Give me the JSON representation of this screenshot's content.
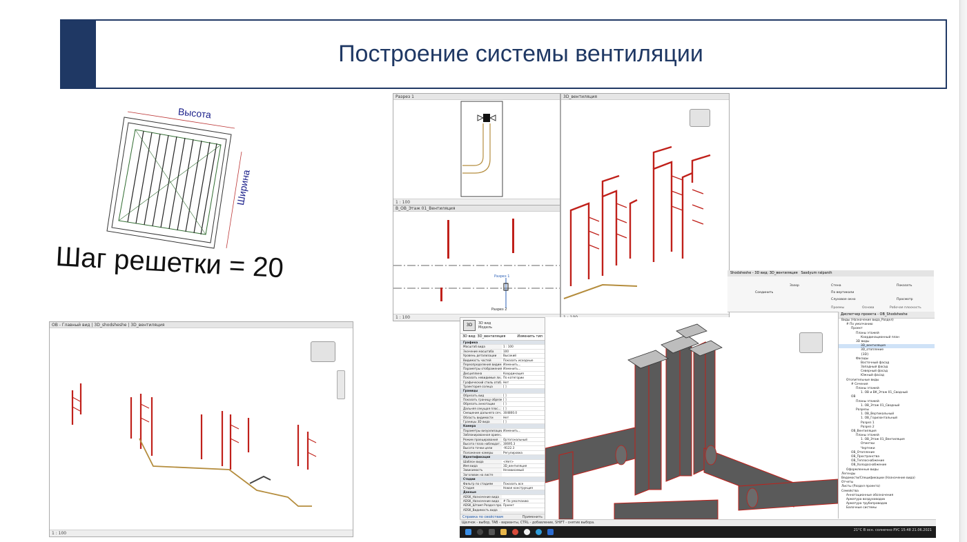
{
  "slide": {
    "title": "Построение системы вентиляции"
  },
  "grille": {
    "height_label": "Высота",
    "width_label": "Ширина",
    "step_label": "Шаг решетки = 20"
  },
  "views": {
    "section_tab": "Разрез 1",
    "threed_tab": "3D_вентиляция",
    "plan_tab": "В_ОВ_Этаж 01_Вентиляция",
    "bottom_left_tabs": "ОВ - Главный вид  |  3D_shodsheshe  |  3D_вентиляция",
    "scale": "1 : 100",
    "section_marker": "Разрез 1",
    "section_marker2": "Разрез 2"
  },
  "ribbon": {
    "title": "Shodsheshe - 3D вид: 3D_вентиляция",
    "user": "Sasdyum ralpanih",
    "buttons": [
      "Зазор",
      "Соединить",
      "Стена",
      "По вертикали",
      "Слуховое окно",
      "Показать",
      "Просмотр"
    ],
    "groups": [
      "Проемы",
      "Основа",
      "Рабочая плоскость"
    ]
  },
  "properties": {
    "view_type": "3D вид",
    "view_family": "Модель",
    "selector": "3D вид: 3D_вентиляция",
    "edit_type": "Изменить тип",
    "rows": [
      {
        "cat": true,
        "k": "Графика"
      },
      {
        "k": "Масштаб вида",
        "v": "1 : 100"
      },
      {
        "k": "Значение масштаба",
        "v": "100"
      },
      {
        "k": "Уровень детализации",
        "v": "Высокий"
      },
      {
        "k": "Видимость частей",
        "v": "Показать исходные"
      },
      {
        "k": "Переопределения видим...",
        "v": "Изменить..."
      },
      {
        "k": "Параметры отображения...",
        "v": "Изменить..."
      },
      {
        "k": "Дисциплина",
        "v": "Координация"
      },
      {
        "k": "Показать невидимые ли...",
        "v": "По категории"
      },
      {
        "k": "Графический стиль отоб...",
        "v": "Нет"
      },
      {
        "k": "Траектория солнца",
        "v": "[ ]"
      },
      {
        "cat": true,
        "k": "Границы"
      },
      {
        "k": "Обрезать вид",
        "v": "[ ]"
      },
      {
        "k": "Показать границу обрезки",
        "v": "[ ]"
      },
      {
        "k": "Обрезать аннотации",
        "v": "[ ]"
      },
      {
        "k": "Дальняя секущая плос...",
        "v": "[ ]"
      },
      {
        "k": "Смещение дальнего сеч...",
        "v": "304800.0"
      },
      {
        "k": "Область видимости",
        "v": "Нет"
      },
      {
        "k": "Границы 3D вида",
        "v": "[ ]"
      },
      {
        "cat": true,
        "k": "Камера"
      },
      {
        "k": "Параметры визуализации",
        "v": "Изменить..."
      },
      {
        "k": "Заблокированная ориен...",
        "v": ""
      },
      {
        "k": "Режим проецирования",
        "v": "Ортогональный"
      },
      {
        "k": "Высота глаза наблюдат...",
        "v": "30695.3"
      },
      {
        "k": "Высота точки цели",
        "v": "-9122.3"
      },
      {
        "k": "Положение камеры",
        "v": "Регулировка"
      },
      {
        "cat": true,
        "k": "Идентификация"
      },
      {
        "k": "Шаблон вида",
        "v": "<Нет>"
      },
      {
        "k": "Имя вида",
        "v": "3D_вентиляция"
      },
      {
        "k": "Зависимость",
        "v": "Независимый"
      },
      {
        "k": "Заголовок на листе",
        "v": ""
      },
      {
        "cat": true,
        "k": "Стадии"
      },
      {
        "k": "Фильтр по стадиям",
        "v": "Показать все"
      },
      {
        "k": "Стадия",
        "v": "Новая конструкция"
      },
      {
        "cat": true,
        "k": "Данные"
      },
      {
        "k": "ADSK_Назначение вида",
        "v": ""
      },
      {
        "k": "ADSK_Назначение вида",
        "v": "# По умолчанию"
      },
      {
        "k": "ADSK_Штамп Раздел про...",
        "v": "Проект"
      },
      {
        "k": "ADSK_Видимость вида",
        "v": ""
      }
    ],
    "help_link": "Справка по свойствам",
    "apply": "Применить"
  },
  "browser": {
    "title": "Диспетчер проекта - ОВ_Shodsheshe",
    "items": [
      {
        "t": "Виды (Назначение вида_Раздел)",
        "d": 0
      },
      {
        "t": "# По умолчанию",
        "d": 1
      },
      {
        "t": "Проект",
        "d": 2
      },
      {
        "t": "Планы этажей",
        "d": 3
      },
      {
        "t": "Координационный план",
        "d": 4
      },
      {
        "t": "3D виды",
        "d": 3
      },
      {
        "t": "3D_вентиляция",
        "d": 4,
        "sel": true
      },
      {
        "t": "3D_отопление",
        "d": 4
      },
      {
        "t": "{3D}",
        "d": 4
      },
      {
        "t": "Фасады",
        "d": 3
      },
      {
        "t": "Восточный фасад",
        "d": 4
      },
      {
        "t": "Западный фасад",
        "d": 4
      },
      {
        "t": "Северный фасад",
        "d": 4
      },
      {
        "t": "Южный фасад",
        "d": 4
      },
      {
        "t": "Отопительные виды",
        "d": 1
      },
      {
        "t": "# Сечения",
        "d": 2
      },
      {
        "t": "Планы этажей",
        "d": 3
      },
      {
        "t": "1. ОВ и ВК_Этаж 01_Сводный",
        "d": 4
      },
      {
        "t": "ОВ",
        "d": 2
      },
      {
        "t": "Планы этажей",
        "d": 3
      },
      {
        "t": "1. ОВ_Этаж 01_Сводный",
        "d": 4
      },
      {
        "t": "Разрезы",
        "d": 3
      },
      {
        "t": "1. ОВ_Вертикальный",
        "d": 4
      },
      {
        "t": "1. ОВ_Горизонтальный",
        "d": 4
      },
      {
        "t": "Разрез 1",
        "d": 4
      },
      {
        "t": "Разрез 2",
        "d": 4
      },
      {
        "t": "ОВ_Вентиляция",
        "d": 2
      },
      {
        "t": "Планы этажей",
        "d": 3
      },
      {
        "t": "1. ОВ_Этаж 01_Вентиляция",
        "d": 4
      },
      {
        "t": "Отметки",
        "d": 4
      },
      {
        "t": "Чертежи",
        "d": 4
      },
      {
        "t": "ОВ_Отопление",
        "d": 2
      },
      {
        "t": "ОВ_Пространства",
        "d": 2
      },
      {
        "t": "ОВ_Теплоснабжение",
        "d": 2
      },
      {
        "t": "ОВ_Холодоснабжение",
        "d": 2
      },
      {
        "t": "Оформленные виды",
        "d": 1
      },
      {
        "t": "Легенды",
        "d": 0
      },
      {
        "t": "Ведомости/Спецификации (Назначение вида)",
        "d": 0
      },
      {
        "t": "Отчеты",
        "d": 0
      },
      {
        "t": "Листы (Раздел проекта)",
        "d": 0
      },
      {
        "t": "Семейства",
        "d": 0
      },
      {
        "t": "Аннотационные обозначения",
        "d": 1
      },
      {
        "t": "Арматура воздуховодов",
        "d": 1
      },
      {
        "t": "Арматура трубопроводов",
        "d": 1
      },
      {
        "t": "Балочные системы",
        "d": 1
      }
    ]
  },
  "status": {
    "hint": "Щелчок - выбор, TAB - варианты, CTRL - добавление, SHIFT - снятие выбора.",
    "tray": "21°C  В осн. солнечно   РУС   15:48  21.06.2021"
  },
  "colors": {
    "title_navy": "#1f3864",
    "duct_red": "#c0201a",
    "pipe_gold": "#b48c3c",
    "duct_gray": "#5a5a5a"
  }
}
